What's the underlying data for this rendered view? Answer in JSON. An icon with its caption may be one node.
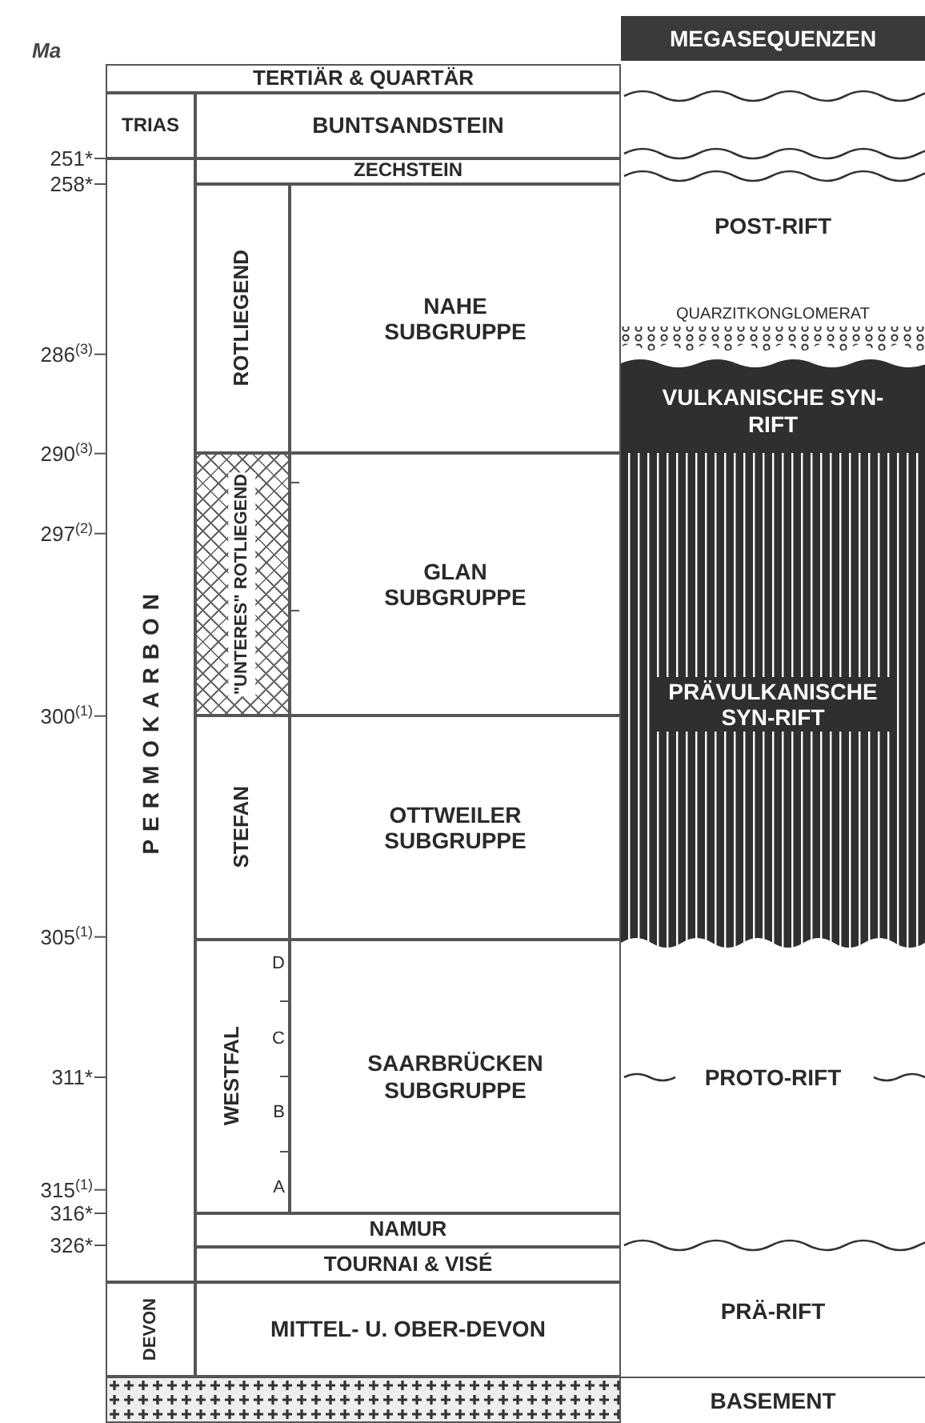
{
  "diagram": {
    "nodes": [
      {
        "text": [
          "MEGASEQUENZEN"
        ]
      },
      {
        "text": [
          "TERTIÄR & QUARTÄR"
        ]
      },
      {
        "text": [
          "TRIAS"
        ]
      },
      {
        "text": [
          "BUNTSANDSTEIN"
        ]
      },
      {
        "text": [
          "ZECHSTEIN"
        ]
      },
      {
        "text": [
          "PERMOKARBON"
        ]
      },
      {
        "text": [
          "ROTLIEGEND"
        ]
      },
      {
        "text": [
          "NAHE SUBGRUPPE"
        ]
      },
      {
        "text": [
          "\"UNTERES\" ROTLIEGEND"
        ]
      },
      {
        "text": [
          "GLAN SUBGRUPPE"
        ]
      },
      {
        "text": [
          "STEFAN"
        ]
      },
      {
        "text": [
          "OTTWEILER SUBGRUPPE"
        ]
      },
      {
        "text": [
          "WESTFAL",
          "D",
          "C",
          "B",
          "A"
        ]
      },
      {
        "text": [
          "SAARBRÜCKEN SUBGRUPPE"
        ]
      },
      {
        "text": [
          "NAMUR"
        ]
      },
      {
        "text": [
          "TOURNAI & VISÉ"
        ]
      },
      {
        "text": [
          "DEVON"
        ]
      },
      {
        "text": [
          "MITTEL-  U. OBER-DEVON"
        ]
      },
      {
        "text": [],
        "shape": "box"
      },
      {
        "text": [
          "POST-RIFT"
        ]
      },
      {
        "text": [
          "QUARZITKONGLOMERAT"
        ]
      },
      {
        "text": [
          "VULKANISCHE SYN-RIFT"
        ]
      },
      {
        "text": [
          "PRÄVULKANISCHE SYN-RIFT"
        ]
      },
      {
        "text": [
          "PROTO-RIFT"
        ]
      },
      {
        "text": [
          "PRÄ-RIFT"
        ]
      },
      {
        "text": [
          "BASEMENT"
        ]
      }
    ],
    "labels": [
      "Ma",
      "251*",
      "258*",
      "286$^{(3)}$",
      "290$^{(3)}$",
      "297$^{(2)}$",
      "300$^{(1)}$",
      "305$^{(1)}$",
      "311*",
      "315$^{(1)}$",
      "316*",
      "326*"
    ]
  }
}
